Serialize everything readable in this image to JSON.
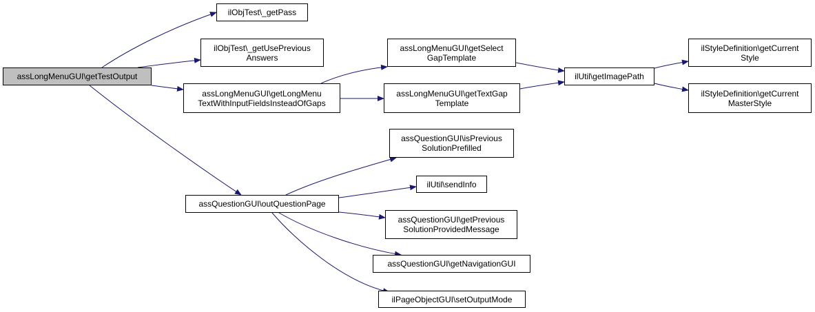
{
  "colors": {
    "edge": "#191970",
    "node_border": "#000000",
    "node_fill": "#ffffff",
    "root_fill": "#bfbfbf",
    "text": "#000000"
  },
  "nodes": {
    "root": {
      "lines": [
        "assLongMenuGUI\\getTestOutput"
      ]
    },
    "get_pass": {
      "lines": [
        "ilObjTest\\_getPass"
      ]
    },
    "get_use_previous_answers": {
      "lines": [
        "ilObjTest\\_getUsePrevious",
        "Answers"
      ]
    },
    "get_long_menu_text": {
      "lines": [
        "assLongMenuGUI\\getLongMenu",
        "TextWithInputFieldsInsteadOfGaps"
      ]
    },
    "get_select_gap_template": {
      "lines": [
        "assLongMenuGUI\\getSelect",
        "GapTemplate"
      ]
    },
    "get_text_gap_template": {
      "lines": [
        "assLongMenuGUI\\getTextGap",
        "Template"
      ]
    },
    "get_image_path": {
      "lines": [
        "ilUtil\\getImagePath"
      ]
    },
    "get_current_style": {
      "lines": [
        "ilStyleDefinition\\getCurrent",
        "Style"
      ]
    },
    "get_current_master_style": {
      "lines": [
        "ilStyleDefinition\\getCurrent",
        "MasterStyle"
      ]
    },
    "out_question_page": {
      "lines": [
        "assQuestionGUI\\outQuestionPage"
      ]
    },
    "is_previous_solution_prefilled": {
      "lines": [
        "assQuestionGUI\\isPrevious",
        "SolutionPrefilled"
      ]
    },
    "send_info": {
      "lines": [
        "ilUtil\\sendInfo"
      ]
    },
    "get_previous_solution_provided_message": {
      "lines": [
        "assQuestionGUI\\getPrevious",
        "SolutionProvidedMessage"
      ]
    },
    "get_navigation_gui": {
      "lines": [
        "assQuestionGUI\\getNavigationGUI"
      ]
    },
    "set_output_mode": {
      "lines": [
        "ilPageObjectGUI\\setOutputMode"
      ]
    }
  },
  "edges": [
    {
      "from": "root",
      "to": "get_pass"
    },
    {
      "from": "root",
      "to": "get_use_previous_answers"
    },
    {
      "from": "root",
      "to": "get_long_menu_text"
    },
    {
      "from": "root",
      "to": "out_question_page"
    },
    {
      "from": "get_long_menu_text",
      "to": "get_select_gap_template"
    },
    {
      "from": "get_long_menu_text",
      "to": "get_text_gap_template"
    },
    {
      "from": "get_select_gap_template",
      "to": "get_image_path"
    },
    {
      "from": "get_text_gap_template",
      "to": "get_image_path"
    },
    {
      "from": "get_image_path",
      "to": "get_current_style"
    },
    {
      "from": "get_image_path",
      "to": "get_current_master_style"
    },
    {
      "from": "out_question_page",
      "to": "is_previous_solution_prefilled"
    },
    {
      "from": "out_question_page",
      "to": "send_info"
    },
    {
      "from": "out_question_page",
      "to": "get_previous_solution_provided_message"
    },
    {
      "from": "out_question_page",
      "to": "get_navigation_gui"
    },
    {
      "from": "out_question_page",
      "to": "set_output_mode"
    }
  ]
}
